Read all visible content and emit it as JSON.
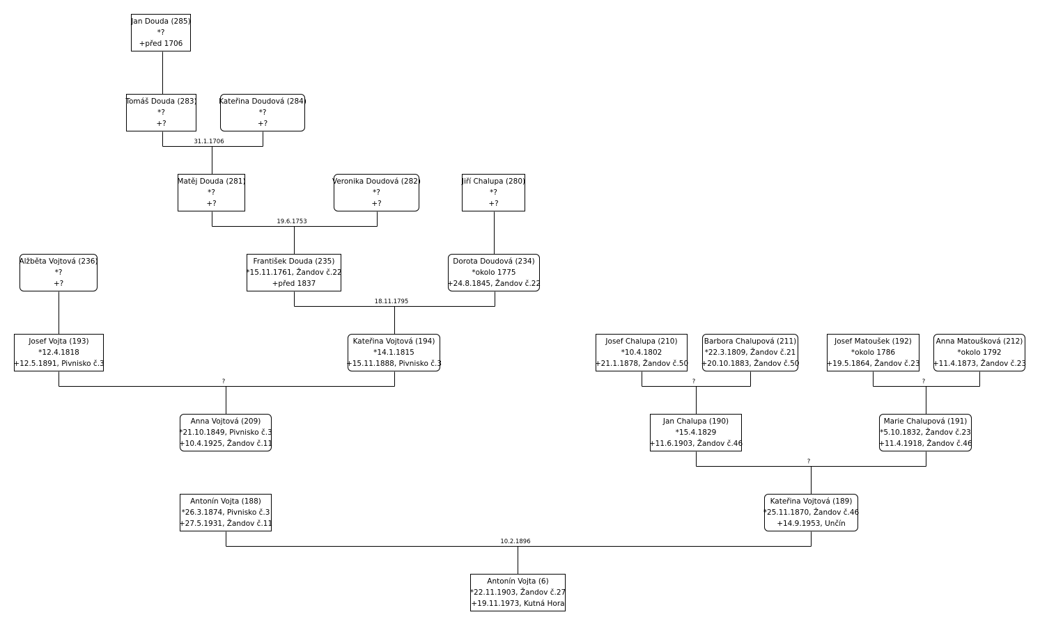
{
  "persons": [
    {
      "id": "p285",
      "name": "Jan Douda (285)",
      "birth": "*?",
      "death": "+před 1706",
      "sex": "m"
    },
    {
      "id": "p283",
      "name": "Tomáš Douda (283)",
      "birth": "*?",
      "death": "+?",
      "sex": "m"
    },
    {
      "id": "p284",
      "name": "Kateřina Doudová (284)",
      "birth": "*?",
      "death": "+?",
      "sex": "f"
    },
    {
      "id": "p281",
      "name": "Matěj Douda (281)",
      "birth": "*?",
      "death": "+?",
      "sex": "m"
    },
    {
      "id": "p282",
      "name": "Veronika Doudová (282)",
      "birth": "*?",
      "death": "+?",
      "sex": "f"
    },
    {
      "id": "p280",
      "name": "Jiří Chalupa (280)",
      "birth": "*?",
      "death": "+?",
      "sex": "m"
    },
    {
      "id": "p236",
      "name": "Alžběta Vojtová (236)",
      "birth": "*?",
      "death": "+?",
      "sex": "f"
    },
    {
      "id": "p235",
      "name": "František Douda (235)",
      "birth": "*15.11.1761, Žandov č.22",
      "death": "+před 1837",
      "sex": "m"
    },
    {
      "id": "p234",
      "name": "Dorota Doudová (234)",
      "birth": "*okolo 1775",
      "death": "+24.8.1845, Žandov č.22",
      "sex": "f"
    },
    {
      "id": "p193",
      "name": "Josef Vojta (193)",
      "birth": "*12.4.1818",
      "death": "+12.5.1891, Pivnisko č.3",
      "sex": "m"
    },
    {
      "id": "p194",
      "name": "Kateřina Vojtová (194)",
      "birth": "*14.1.1815",
      "death": "+15.11.1888, Pivnisko č.3",
      "sex": "f"
    },
    {
      "id": "p210",
      "name": "Josef Chalupa (210)",
      "birth": "*10.4.1802",
      "death": "+21.1.1878, Žandov č.50",
      "sex": "m"
    },
    {
      "id": "p211",
      "name": "Barbora Chalupová (211)",
      "birth": "*22.3.1809, Žandov č.21",
      "death": "+20.10.1883, Žandov č.50",
      "sex": "f"
    },
    {
      "id": "p192",
      "name": "Josef Matoušek (192)",
      "birth": "*okolo 1786",
      "death": "+19.5.1864, Žandov č.23",
      "sex": "m"
    },
    {
      "id": "p212",
      "name": "Anna Matoušková (212)",
      "birth": "*okolo 1792",
      "death": "+11.4.1873, Žandov č.23",
      "sex": "f"
    },
    {
      "id": "p209",
      "name": "Anna Vojtová (209)",
      "birth": "*21.10.1849, Pivnisko č.3",
      "death": "+10.4.1925, Žandov č.11",
      "sex": "f"
    },
    {
      "id": "p190",
      "name": "Jan Chalupa (190)",
      "birth": "*15.4.1829",
      "death": "+11.6.1903, Žandov č.46",
      "sex": "m"
    },
    {
      "id": "p191",
      "name": "Marie Chalupová (191)",
      "birth": "*5.10.1832, Žandov č.23",
      "death": "+11.4.1918, Žandov č.46",
      "sex": "f"
    },
    {
      "id": "p188",
      "name": "Antonín Vojta (188)",
      "birth": "*26.3.1874, Pivnisko č.3",
      "death": "+27.5.1931, Žandov č.11",
      "sex": "m"
    },
    {
      "id": "p189",
      "name": "Kateřina Vojtová (189)",
      "birth": "*25.11.1870, Žandov č.46",
      "death": "+14.9.1953, Unčín",
      "sex": "f"
    },
    {
      "id": "p6",
      "name": "Antonín Vojta (6)",
      "birth": "*22.11.1903, Žandov č.27",
      "death": "+19.11.1973, Kutná Hora",
      "sex": "m"
    }
  ],
  "marriages": [
    {
      "id": "m1",
      "label": "31.1.1706"
    },
    {
      "id": "m2",
      "label": "19.6.1753"
    },
    {
      "id": "m3",
      "label": "18.11.1795"
    },
    {
      "id": "m4",
      "label": "?"
    },
    {
      "id": "m5",
      "label": "?"
    },
    {
      "id": "m6",
      "label": "?"
    },
    {
      "id": "m7",
      "label": "?"
    },
    {
      "id": "m8",
      "label": "10.2.1896"
    }
  ],
  "colors": {
    "line": "#000000",
    "box_border": "#000000",
    "background": "#ffffff"
  }
}
